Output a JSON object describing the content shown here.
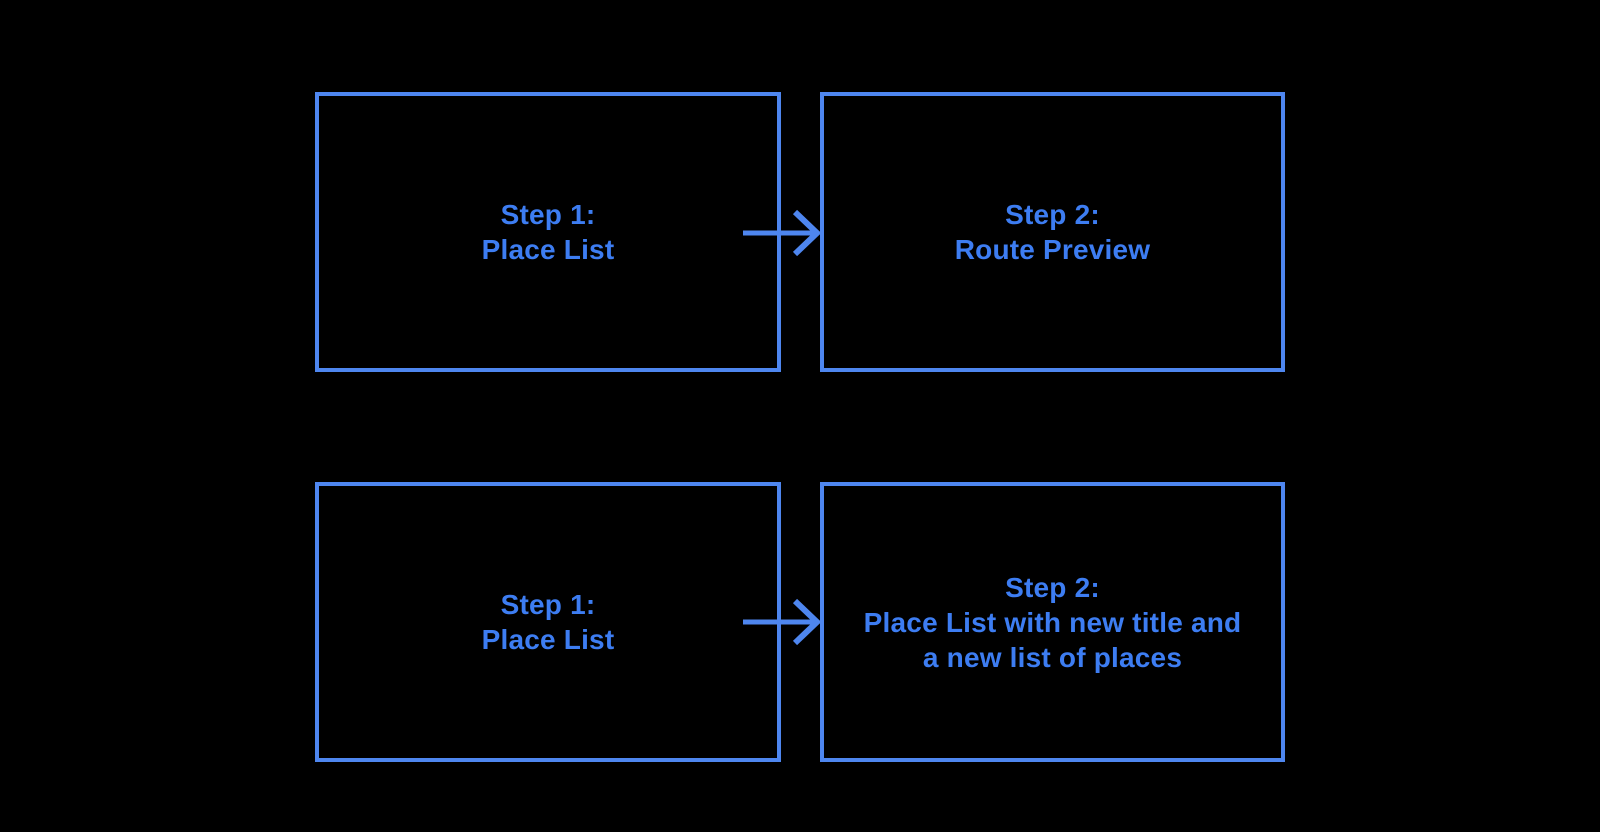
{
  "theme": {
    "background": "#000000",
    "accent": "#4e86ef",
    "text_color": "#3d7df2"
  },
  "diagram": {
    "nodes": [
      {
        "id": "row1-step1",
        "lines": [
          "Step 1:",
          "Place List"
        ]
      },
      {
        "id": "row1-step2",
        "lines": [
          "Step 2:",
          "Route Preview"
        ]
      },
      {
        "id": "row2-step1",
        "lines": [
          "Step 1:",
          "Place List"
        ]
      },
      {
        "id": "row2-step2",
        "lines": [
          "Step 2:",
          "Place List with new title and",
          "a new list of places"
        ]
      }
    ],
    "arrows": [
      {
        "from": "row1-step1",
        "to": "row1-step2",
        "direction": "right"
      },
      {
        "from": "row2-step1",
        "to": "row2-step2",
        "direction": "right"
      }
    ]
  }
}
